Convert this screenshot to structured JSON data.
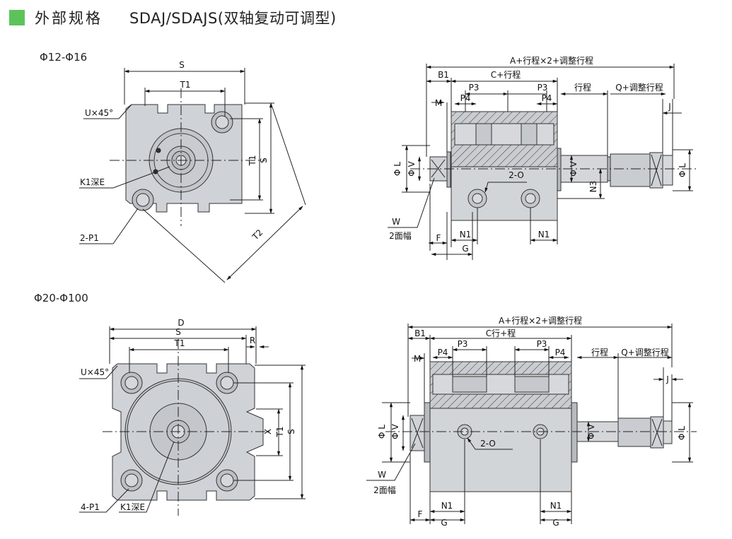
{
  "header": {
    "title": "外部规格",
    "model": "SDAJ/SDAJS(双轴复动可调型)",
    "accent_color": "#5cc35a"
  },
  "upper": {
    "size_range": "Φ12-Φ16",
    "front_labels": {
      "S": "S",
      "T1": "T1",
      "T1_v": "T1",
      "S_v": "S",
      "T2": "T2",
      "U45": "U×45°",
      "K1E": "K1深E",
      "P1": "2-P1"
    },
    "side_labels": {
      "A_total": "A+行程×2+调整行程",
      "B1": "B1",
      "C": "C+行程",
      "P3a": "P3",
      "P3b": "P3",
      "P4a": "P4",
      "P4b": "P4",
      "M": "M",
      "stroke": "行程",
      "Q": "Q+调整行程",
      "J": "J",
      "L": "Φ L",
      "V": "Φ V",
      "V2": "Φ V",
      "L2": "Φ L",
      "O": "2-O",
      "N3": "N3",
      "W": "W",
      "W2": "2面幅",
      "F": "F",
      "N1a": "N1",
      "N1b": "N1",
      "G": "G"
    }
  },
  "lower": {
    "size_range": "Φ20-Φ100",
    "front_labels": {
      "D": "D",
      "S": "S",
      "T1": "T1",
      "R": "R",
      "U45": "U×45°",
      "X": "X",
      "T1_v": "T1",
      "S_v": "S",
      "P1": "4-P1",
      "K1E": "K1深E"
    },
    "side_labels": {
      "A_total": "A+行程×2+调整行程",
      "B1": "B1",
      "C": "C行+程",
      "P3a": "P3",
      "P3b": "P3",
      "P4a": "P4",
      "P4b": "P4",
      "M": "M",
      "stroke": "行程",
      "Q": "Q+调整行程",
      "J": "J",
      "L": "Φ L",
      "V": "Φ V",
      "V2": "Φ V",
      "L2": "Φ L",
      "O": "2-O",
      "W": "W",
      "W2": "2面幅",
      "F": "F",
      "N1a": "N1",
      "N1b": "N1",
      "Ga": "G",
      "Gb": "G"
    }
  }
}
